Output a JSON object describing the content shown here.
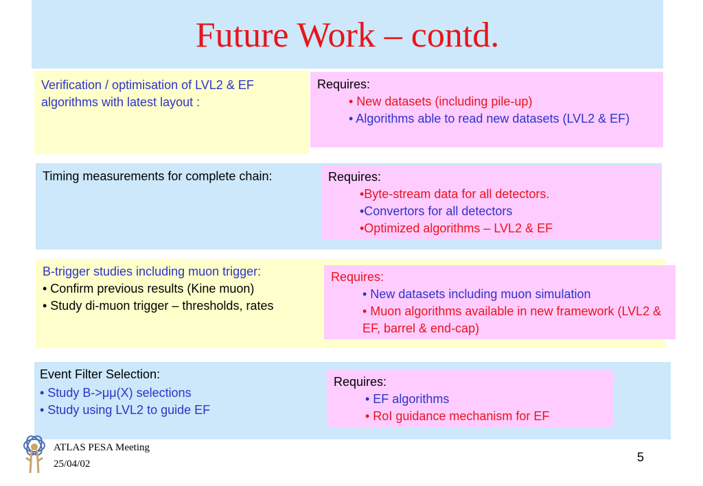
{
  "title": "Future Work – contd.",
  "section1": {
    "left_text": "Verification / optimisation of LVL2 & EF algorithms with latest layout :",
    "requires_label": "Requires:",
    "items": [
      "• New datasets (including pile-up)",
      "• Algorithms able to read new datasets (LVL2 & EF)"
    ]
  },
  "section2": {
    "left_text": "Timing measurements for complete chain:",
    "requires_label": "Requires:",
    "items": [
      "•Byte-stream data for all detectors.",
      "•Convertors for all detectors",
      "•Optimized algorithms – LVL2 & EF"
    ]
  },
  "section3": {
    "left_heading": "B-trigger studies including muon trigger:",
    "left_items": [
      "• Confirm previous results (Kine muon)",
      "• Study di-muon trigger – thresholds, rates"
    ],
    "requires_label": "Requires:",
    "items": [
      "• New datasets including muon simulation",
      "• Muon algorithms available in new framework (LVL2 & EF, barrel & end-cap)"
    ]
  },
  "section4": {
    "left_heading": "Event Filter Selection:",
    "left_items": [
      "• Study B->μμ(X) selections",
      "• Study using LVL2 to guide EF"
    ],
    "requires_label": "Requires:",
    "items": [
      "• EF algorithms",
      "• RoI guidance mechanism for EF"
    ]
  },
  "footer": {
    "meeting": "ATLAS PESA Meeting",
    "date": "25/04/02",
    "page_number": "5"
  },
  "logo_icon": "atlas-logo-icon",
  "colors": {
    "title": "#e8141b",
    "blue_text": "#2d33c8",
    "red_text": "#e8141b",
    "panel_blue": "#cce8fa",
    "panel_yellow": "#ffffcc",
    "panel_pink": "#ffccff"
  }
}
